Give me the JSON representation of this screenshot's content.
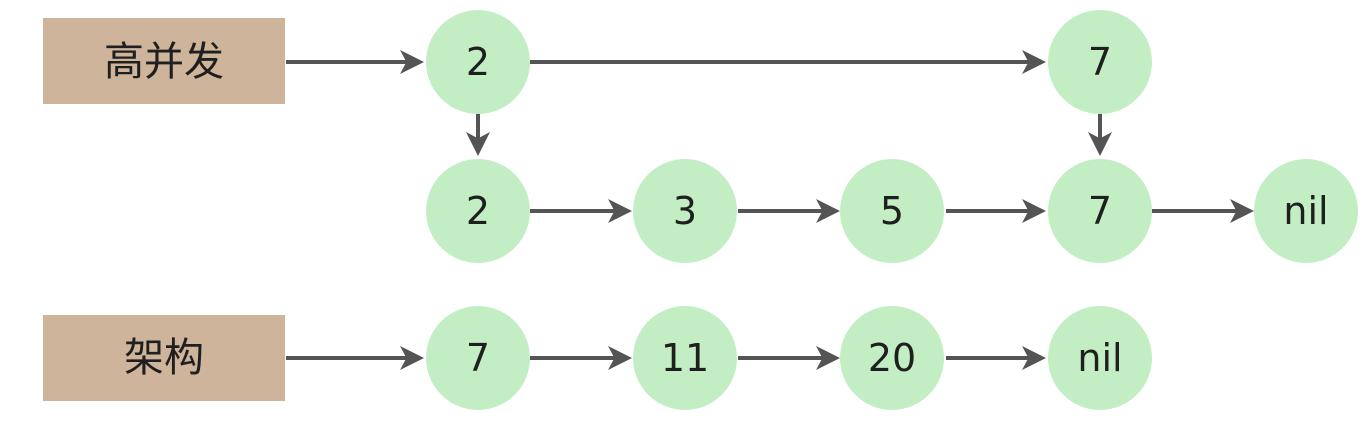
{
  "colors": {
    "label_fill": "#cdb49a",
    "node_fill": "#c3eec4",
    "arrow": "#545454"
  },
  "lists": [
    {
      "key": "gaobingfa",
      "label": "高并发",
      "index_level": [
        "2",
        "7"
      ],
      "base_level": [
        "2",
        "3",
        "5",
        "7",
        "nil"
      ]
    },
    {
      "key": "jiagou",
      "label": "架构",
      "base_level": [
        "7",
        "11",
        "20",
        "nil"
      ]
    }
  ]
}
